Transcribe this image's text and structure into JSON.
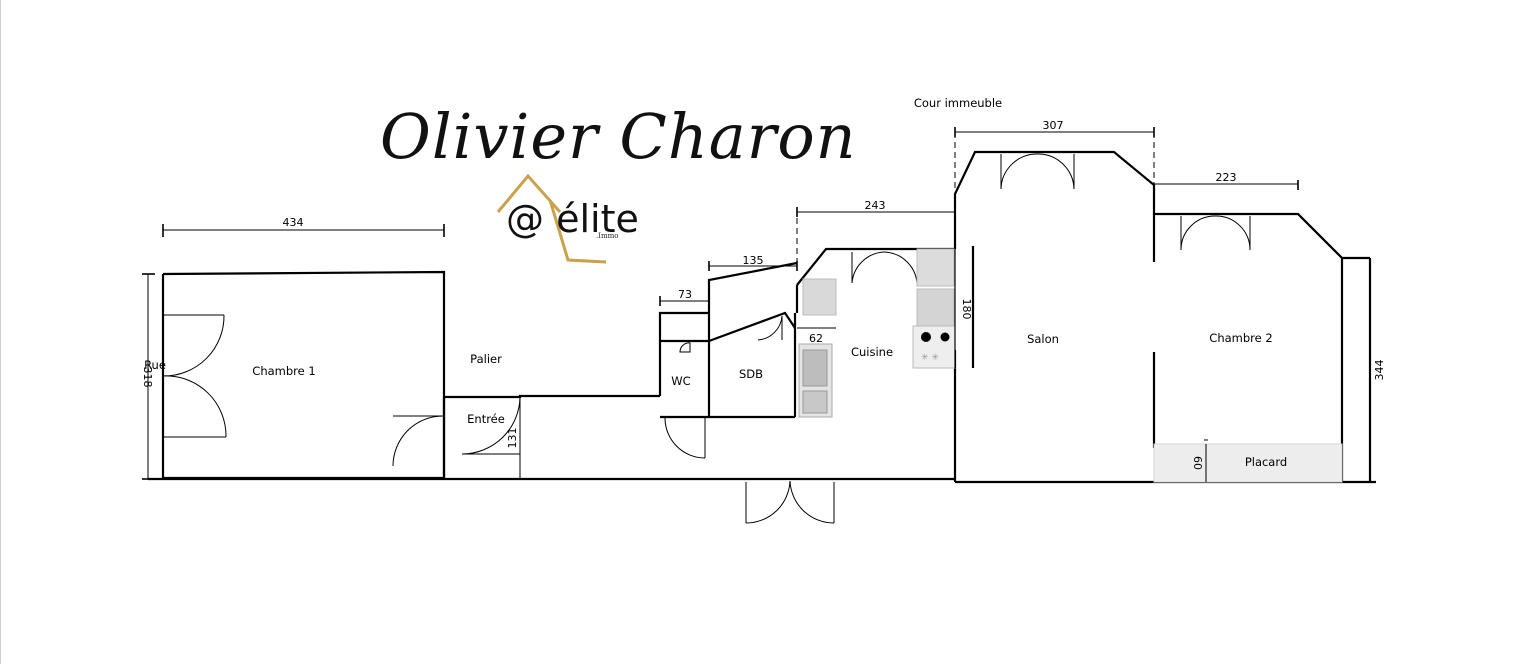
{
  "brand": {
    "name": "Olivier Charon",
    "logo_word": "@ élite",
    "logo_sub": ".Immo",
    "gold": "#c9a24a"
  },
  "rooms": {
    "chambre1": "Chambre 1",
    "rue": "Rue",
    "palier": "Palier",
    "entree": "Entrée",
    "wc": "WC",
    "sdb": "SDB",
    "cuisine": "Cuisine",
    "salon": "Salon",
    "chambre2": "Chambre 2",
    "placard": "Placard",
    "cour": "Cour immeuble"
  },
  "dimensions": {
    "chambre1_width": "434",
    "chambre1_height": "318",
    "wc_width": "73",
    "sdb_width": "135",
    "kitchen_width": "243",
    "kitchen_counter": "62",
    "kitchen_height": "180",
    "salon_width": "307",
    "chambre2_width": "223",
    "chambre2_height": "344",
    "entree_height": "131",
    "placard_depth": "60"
  }
}
